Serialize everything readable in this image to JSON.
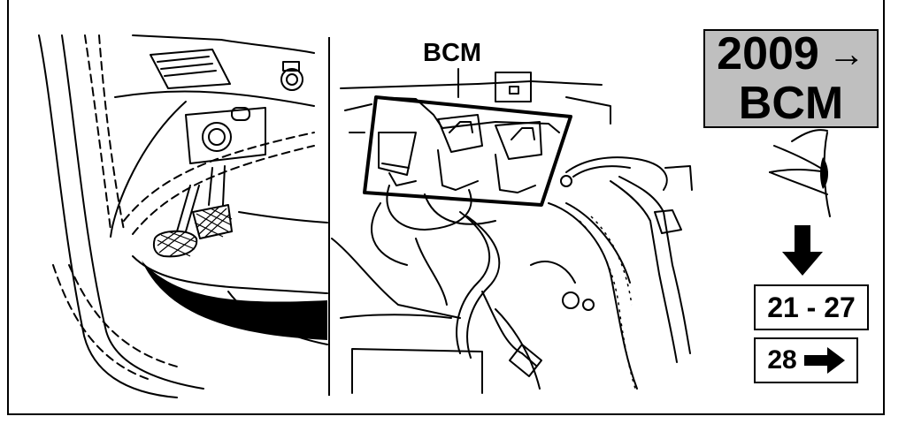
{
  "callout": {
    "label": "BCM"
  },
  "year_badge": {
    "year": "2009",
    "arrow": "→",
    "module": "BCM",
    "background": "#bfbfbf"
  },
  "steps": {
    "range": "21 - 27",
    "next": "28"
  },
  "icons": [
    "eye-icon",
    "arrow-down-icon",
    "arrow-right-icon"
  ]
}
